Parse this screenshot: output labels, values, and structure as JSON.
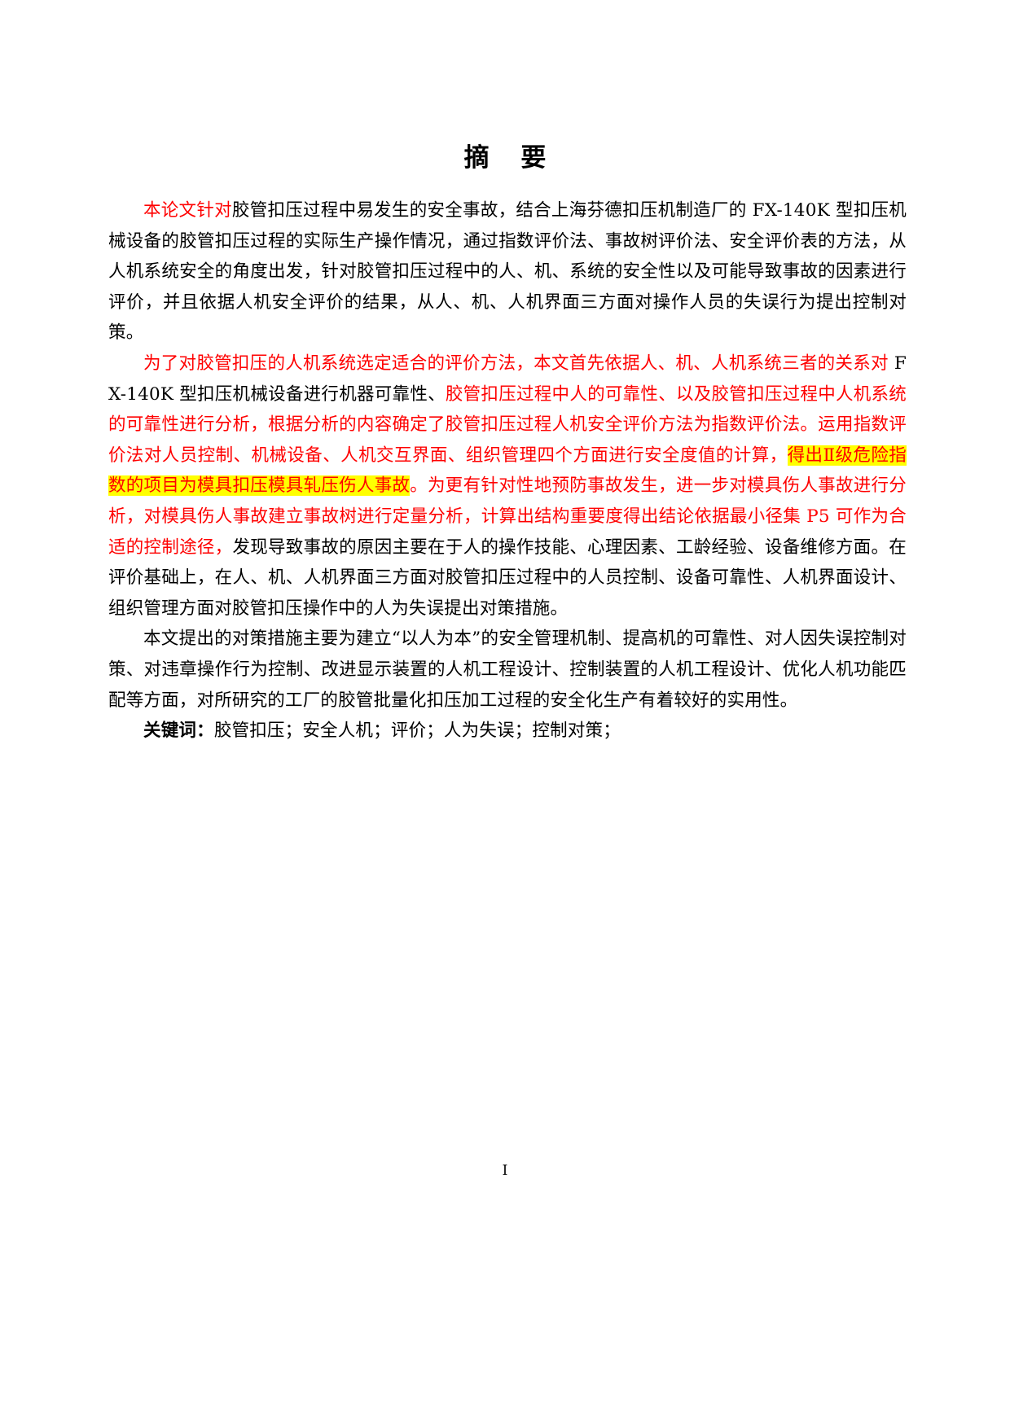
{
  "document": {
    "title": "摘  要",
    "page_number": "I"
  },
  "paragraphs": [
    {
      "id": "p1",
      "runs": [
        {
          "text": "本论文针对",
          "color": "#ff0000",
          "highlight": false
        },
        {
          "text": "胶管扣压过程中易发生的安全事故，结合上海芬德扣压机制造厂的 FX-140K 型扣压机械设备的胶管扣压过程的实际生产操作情况，通过指数评价法、事故树评价法、安全评价表的方法，从人机系统安全的角度出发，针对胶管扣压过程中的人、机、系统的安全性以及可能导致事故的因素进行评价，并且依据人机安全评价的结果，从人、机、人机界面三方面对操作人员的失误行为提出控制对策。",
          "color": "#000000",
          "highlight": false
        }
      ]
    },
    {
      "id": "p2",
      "runs": [
        {
          "text": "为了对胶管扣压的人机系统选定适合的评价方法，本文首先依据人、机、人机系统三者的关系对",
          "color": "#ff0000",
          "highlight": false
        },
        {
          "text": " FX-140K 型扣压机械设备进行机器可靠性、",
          "color": "#000000",
          "highlight": false
        },
        {
          "text": "胶管扣压过程中人的可靠性、以及胶管扣压过程中人机系统的可靠性进行分析，根据分析的内容确定了胶管扣压过程人机安全评价方法为指数评价法。运用指数评价法对人员控制、机械设备、人机交互界面、组织管理四个方面进行安全度值的计算，",
          "color": "#ff0000",
          "highlight": false
        },
        {
          "text": "得出Ⅱ级危险指数的项目为模具扣压模具轧压伤人事故",
          "color": "#ff0000",
          "highlight": true
        },
        {
          "text": "。为更有针对性地预防事故发生，进一步对模具伤人事故进行分析，对模具伤人事故建立事故树进行定量分析，计算出结构重要度得出结论依据最小径集 P5 可作为合适的控制途径，",
          "color": "#ff0000",
          "highlight": false
        },
        {
          "text": "发现导致事故的原因主要在于人的操作技能、心理因素、工龄经验、设备维修方面。在评价基础上，在人、机、人机界面三方面对胶管扣压过程中的人员控制、设备可靠性、人机界面设计、组织管理方面对胶管扣压操作中的人为失误提出对策措施。",
          "color": "#000000",
          "highlight": false
        }
      ]
    },
    {
      "id": "p3",
      "runs": [
        {
          "text": "本文提出的对策措施主要为建立“以人为本”的安全管理机制、提高机的可靠性、对人因失误控制对策、对违章操作行为控制、改进显示装置的人机工程设计、控制装置的人机工程设计、优化人机功能匹配等方面，对所研究的工厂的胶管批量化扣压加工过程的安全化生产有着较好的实用性。",
          "color": "#000000",
          "highlight": false
        }
      ]
    }
  ],
  "keywords": {
    "label": "关键词：",
    "value": "胶管扣压；安全人机；评价；人为失误；控制对策；"
  },
  "colors": {
    "red": "#ff0000",
    "black": "#000000",
    "highlight": "#ffff00"
  }
}
